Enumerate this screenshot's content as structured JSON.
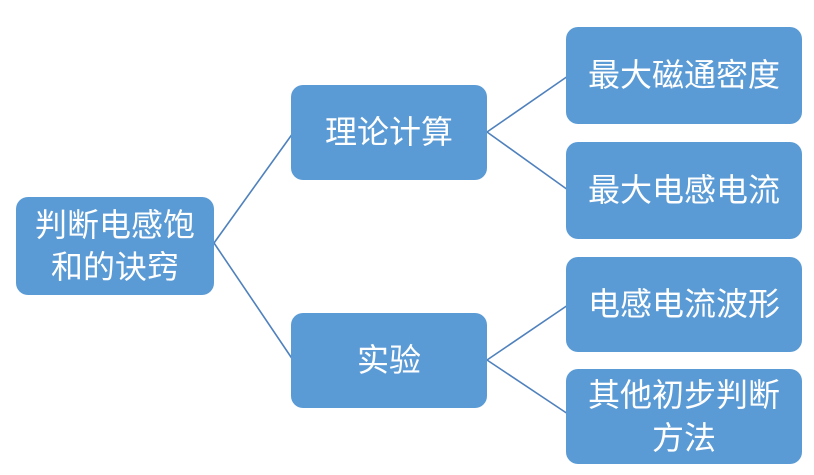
{
  "diagram": {
    "root": {
      "label": "判断电感饱和的诀窍"
    },
    "branches": [
      {
        "label": "理论计算",
        "children": [
          {
            "label": "最大磁通密度"
          },
          {
            "label": "最大电感电流"
          }
        ]
      },
      {
        "label": "实验",
        "children": [
          {
            "label": "电感电流波形"
          },
          {
            "label": "其他初步判断方法"
          }
        ]
      }
    ],
    "colors": {
      "node_fill": "#5B9BD5",
      "node_text": "#FFFFFF",
      "connector": "#4F81BD",
      "background": "#FFFFFF"
    }
  }
}
